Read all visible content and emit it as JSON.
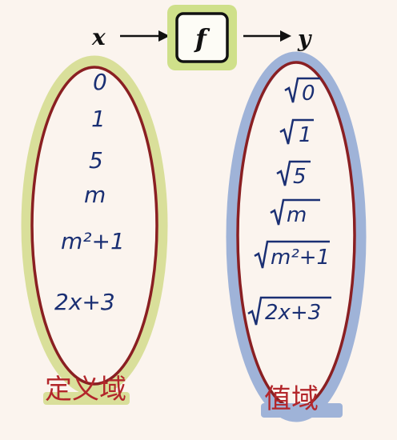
{
  "header": {
    "input_var": "x",
    "function_label": "f",
    "output_var": "y"
  },
  "domain": {
    "items": [
      "0",
      "1",
      "5",
      "m",
      "m²+1",
      "2x+3"
    ],
    "label": "定义域"
  },
  "range": {
    "items": [
      "0",
      "1",
      "5",
      "m",
      "m²+1",
      "2x+3"
    ],
    "label": "值域"
  },
  "colors": {
    "background": "#fbf4ee",
    "domain_highlight": "#d9df9a",
    "range_highlight": "#9fb3d8",
    "ellipse_stroke": "#8a1f22",
    "handwriting": "#1a2f73",
    "label_red": "#b3262b",
    "function_box_fill": "#cfe08a"
  }
}
